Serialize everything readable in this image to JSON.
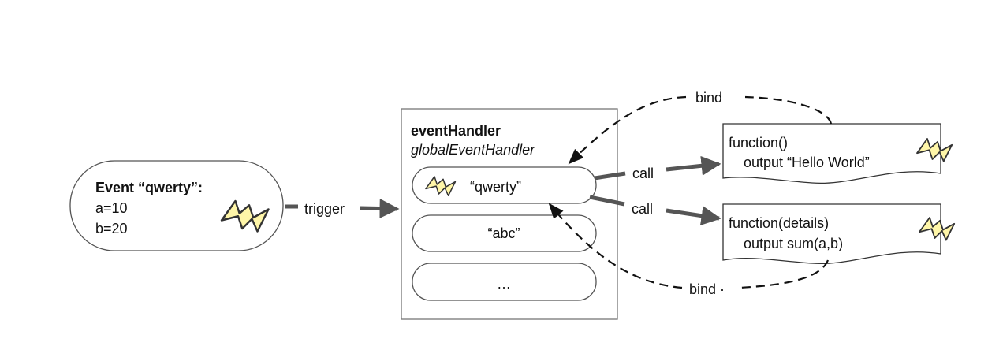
{
  "event": {
    "title": "Event “qwerty”:",
    "line1": "a=10",
    "line2": "b=20",
    "icon": "lightning-icon"
  },
  "trigger_label": "trigger",
  "handler": {
    "title": "eventHandler",
    "subtitle": "globalEventHandler",
    "items": [
      {
        "label": "“qwerty”",
        "icon": "lightning-icon"
      },
      {
        "label": "“abc”"
      },
      {
        "label": "…"
      }
    ]
  },
  "calls": [
    {
      "label": "call"
    },
    {
      "label": "call"
    }
  ],
  "functions": [
    {
      "line1": "function()",
      "line2": "output “Hello World”",
      "icon": "lightning-icon"
    },
    {
      "line1": "function(details)",
      "line2": "output sum(a,b)",
      "icon": "lightning-icon"
    }
  ],
  "binds": [
    {
      "label": "bind"
    },
    {
      "label": "bind ·"
    }
  ],
  "colors": {
    "stroke": "#555555",
    "arrow": "#555555",
    "bolt_fill": "#fff6a8",
    "bolt_stroke": "#333333"
  }
}
